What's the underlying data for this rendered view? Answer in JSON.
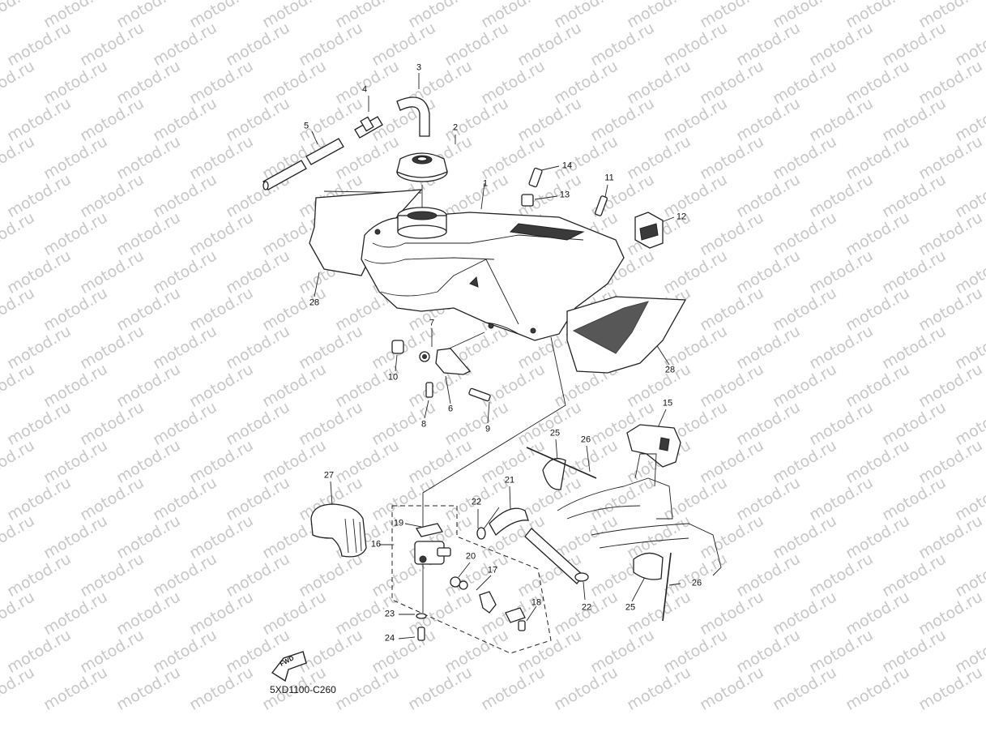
{
  "diagram": {
    "code": "5XD1100-C260",
    "watermark": "motod.ru",
    "fwd_label": "FWD",
    "callouts": [
      "1",
      "2",
      "3",
      "4",
      "5",
      "6",
      "7",
      "8",
      "9",
      "10",
      "11",
      "12",
      "13",
      "14",
      "15",
      "16",
      "17",
      "18",
      "19",
      "20",
      "21",
      "22",
      "22",
      "23",
      "24",
      "25",
      "25",
      "26",
      "26",
      "27",
      "28",
      "28"
    ]
  }
}
